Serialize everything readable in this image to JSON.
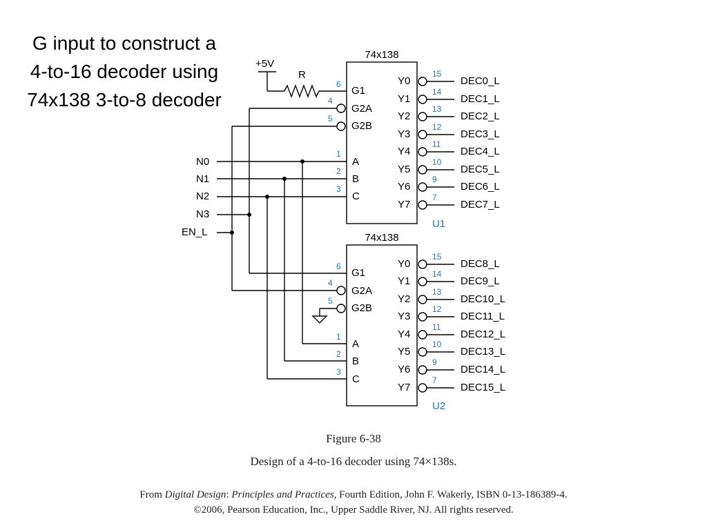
{
  "title": {
    "lines": [
      "G input to construct a",
      "4-to-16 decoder using",
      "74x138 3-to-8 decoder"
    ]
  },
  "schematic": {
    "supply_label": "+5V",
    "resistor_label": "R",
    "inputs": [
      "N0",
      "N1",
      "N2",
      "N3",
      "EN_L"
    ],
    "chips": [
      {
        "part": "74x138",
        "unit": "U1",
        "enable_pins": [
          {
            "name": "G1",
            "num": "6"
          },
          {
            "name": "G2A",
            "num": "4"
          },
          {
            "name": "G2B",
            "num": "5"
          }
        ],
        "select_pins": [
          {
            "name": "A",
            "num": "1"
          },
          {
            "name": "B",
            "num": "2"
          },
          {
            "name": "C",
            "num": "3"
          }
        ],
        "outputs": [
          {
            "name": "Y0",
            "num": "15",
            "signal": "DEC0_L"
          },
          {
            "name": "Y1",
            "num": "14",
            "signal": "DEC1_L"
          },
          {
            "name": "Y2",
            "num": "13",
            "signal": "DEC2_L"
          },
          {
            "name": "Y3",
            "num": "12",
            "signal": "DEC3_L"
          },
          {
            "name": "Y4",
            "num": "11",
            "signal": "DEC4_L"
          },
          {
            "name": "Y5",
            "num": "10",
            "signal": "DEC5_L"
          },
          {
            "name": "Y6",
            "num": "9",
            "signal": "DEC6_L"
          },
          {
            "name": "Y7",
            "num": "7",
            "signal": "DEC7_L"
          }
        ]
      },
      {
        "part": "74x138",
        "unit": "U2",
        "enable_pins": [
          {
            "name": "G1",
            "num": "6"
          },
          {
            "name": "G2A",
            "num": "4"
          },
          {
            "name": "G2B",
            "num": "5"
          }
        ],
        "select_pins": [
          {
            "name": "A",
            "num": "1"
          },
          {
            "name": "B",
            "num": "2"
          },
          {
            "name": "C",
            "num": "3"
          }
        ],
        "outputs": [
          {
            "name": "Y0",
            "num": "15",
            "signal": "DEC8_L"
          },
          {
            "name": "Y1",
            "num": "14",
            "signal": "DEC9_L"
          },
          {
            "name": "Y2",
            "num": "13",
            "signal": "DEC10_L"
          },
          {
            "name": "Y3",
            "num": "12",
            "signal": "DEC11_L"
          },
          {
            "name": "Y4",
            "num": "11",
            "signal": "DEC12_L"
          },
          {
            "name": "Y5",
            "num": "10",
            "signal": "DEC13_L"
          },
          {
            "name": "Y6",
            "num": "9",
            "signal": "DEC14_L"
          },
          {
            "name": "Y7",
            "num": "7",
            "signal": "DEC15_L"
          }
        ]
      }
    ]
  },
  "caption": {
    "figure": "Figure 6-38",
    "description": "Design of a 4-to-16 decoder using 74×138s.",
    "credit_from": "From ",
    "credit_book": "Digital Design",
    "credit_colon": ": ",
    "credit_subtitle": "Principles and Practices",
    "credit_rest": ", Fourth Edition, John F. Wakerly, ISBN 0-13-186389-4.",
    "copyright": "©2006, Pearson Education, Inc., Upper Saddle River, NJ. All rights reserved."
  },
  "colors": {
    "pin_number": "#1f78c0",
    "wire": "#000000"
  }
}
